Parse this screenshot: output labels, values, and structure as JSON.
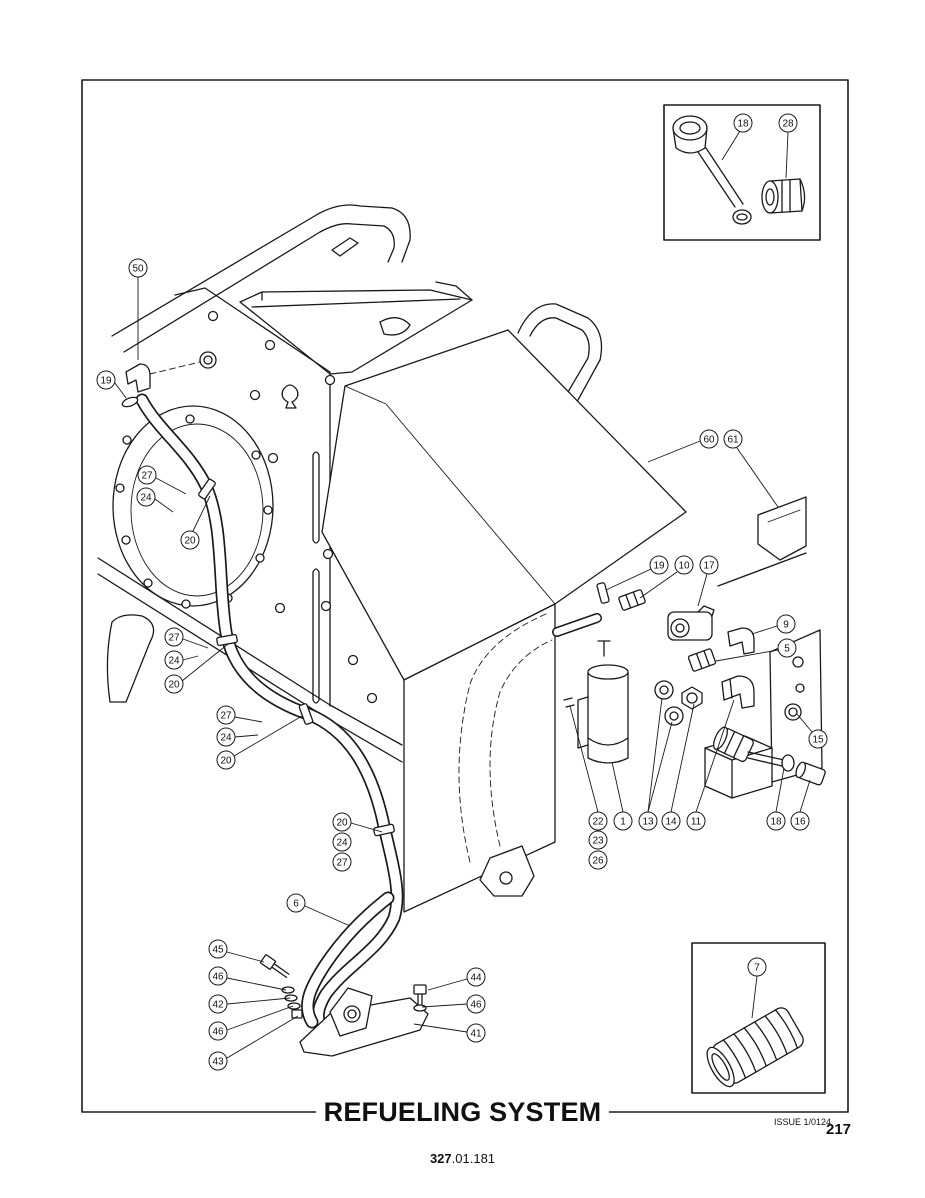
{
  "figure_title": "REFUELING SYSTEM",
  "issue_label": "ISSUE 1/0124",
  "page_number": "217",
  "figure_code": {
    "bold_part": "327",
    "rest": ".01.181"
  },
  "callouts": [
    "50",
    "19",
    "27",
    "24",
    "20",
    "27",
    "24",
    "20",
    "27",
    "24",
    "20",
    "20",
    "24",
    "27",
    "6",
    "45",
    "46",
    "42",
    "46",
    "43",
    "44",
    "46",
    "41",
    "60",
    "61",
    "19",
    "10",
    "17",
    "9",
    "5",
    "15",
    "22",
    "23",
    "26",
    "1",
    "13",
    "14",
    "11",
    "18",
    "16"
  ],
  "inset_top": {
    "callouts": [
      "18",
      "28"
    ]
  },
  "inset_bottom": {
    "callouts": [
      "7"
    ]
  },
  "colors": {
    "line": "#1a1a1a",
    "paper": "#ffffff"
  }
}
